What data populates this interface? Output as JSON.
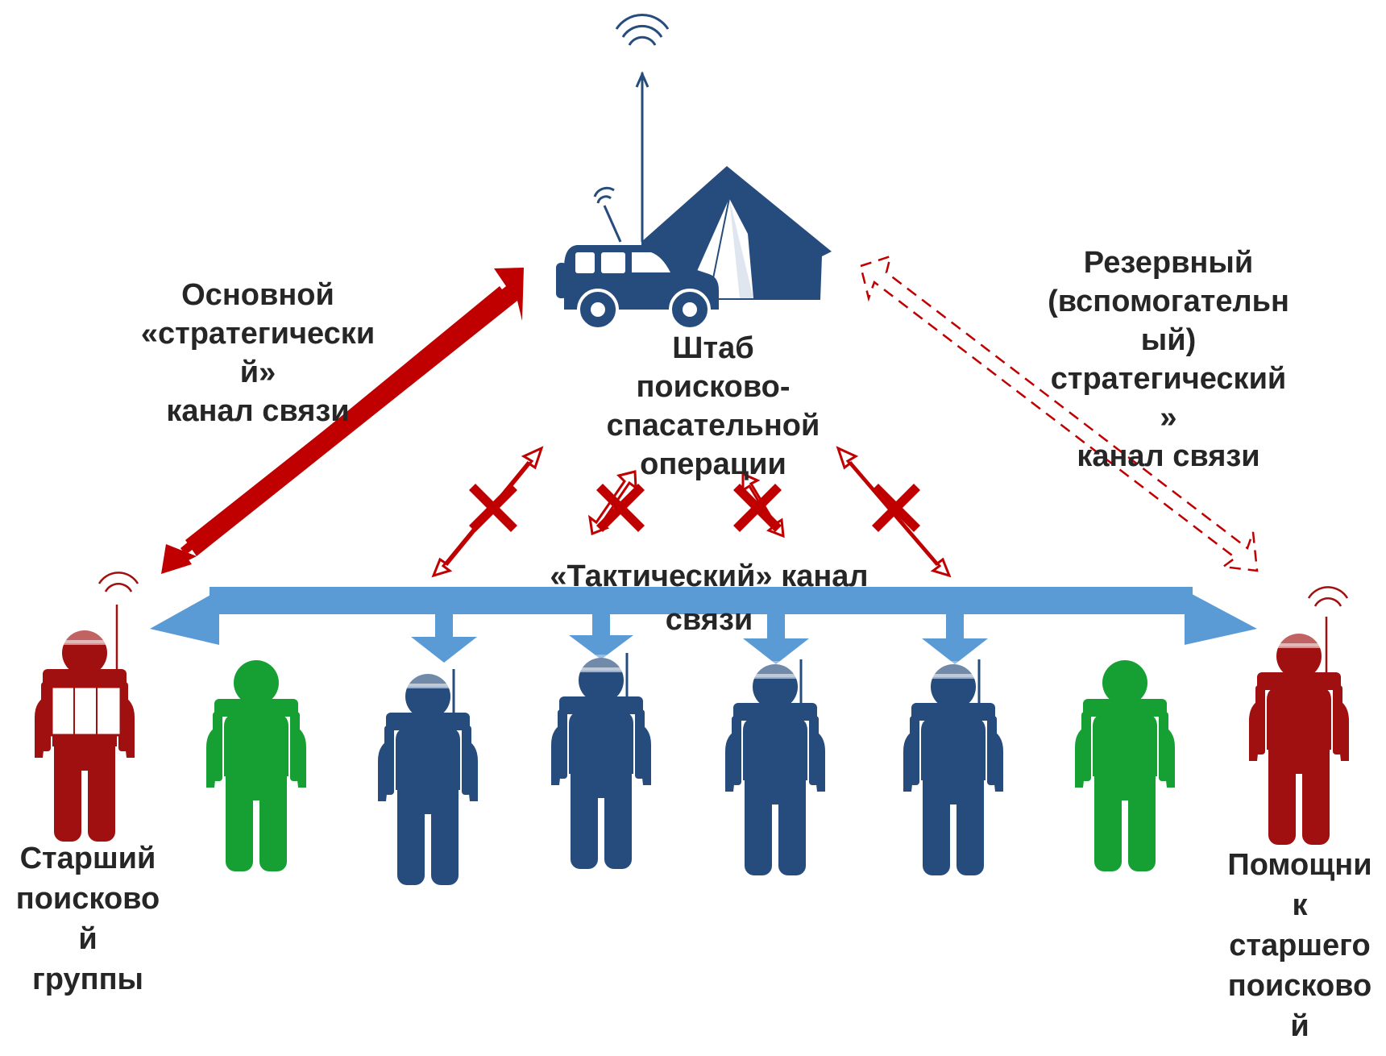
{
  "colors": {
    "red": "#C00000",
    "dark_red": "#A01010",
    "blue": "#5B9BD5",
    "navy": "#264C7D",
    "green": "#16A034",
    "text": "#262626"
  },
  "labels": {
    "main_channel": [
      "Основной",
      "«стратегически",
      "й»",
      "канал связи"
    ],
    "reserve_channel": [
      "Резервный",
      "(вспомогательн",
      "ый)",
      "стратегический",
      "»",
      "канал связи"
    ],
    "hq": [
      "Штаб",
      "поисково-",
      "спасательной",
      "операции"
    ],
    "tactical": [
      "«Тактический» канал",
      "связи"
    ],
    "leader": [
      "Старший",
      "поисково",
      "й",
      "группы"
    ],
    "assistant": [
      "Помощни",
      "к",
      "старшего",
      "поисково",
      "й"
    ]
  },
  "icons": {
    "hq_vehicle": "suv-icon",
    "hq_tent": "tent-icon",
    "antenna": "radio-antenna-icon",
    "blocked": "cross-icon",
    "person": "hiker-icon"
  }
}
